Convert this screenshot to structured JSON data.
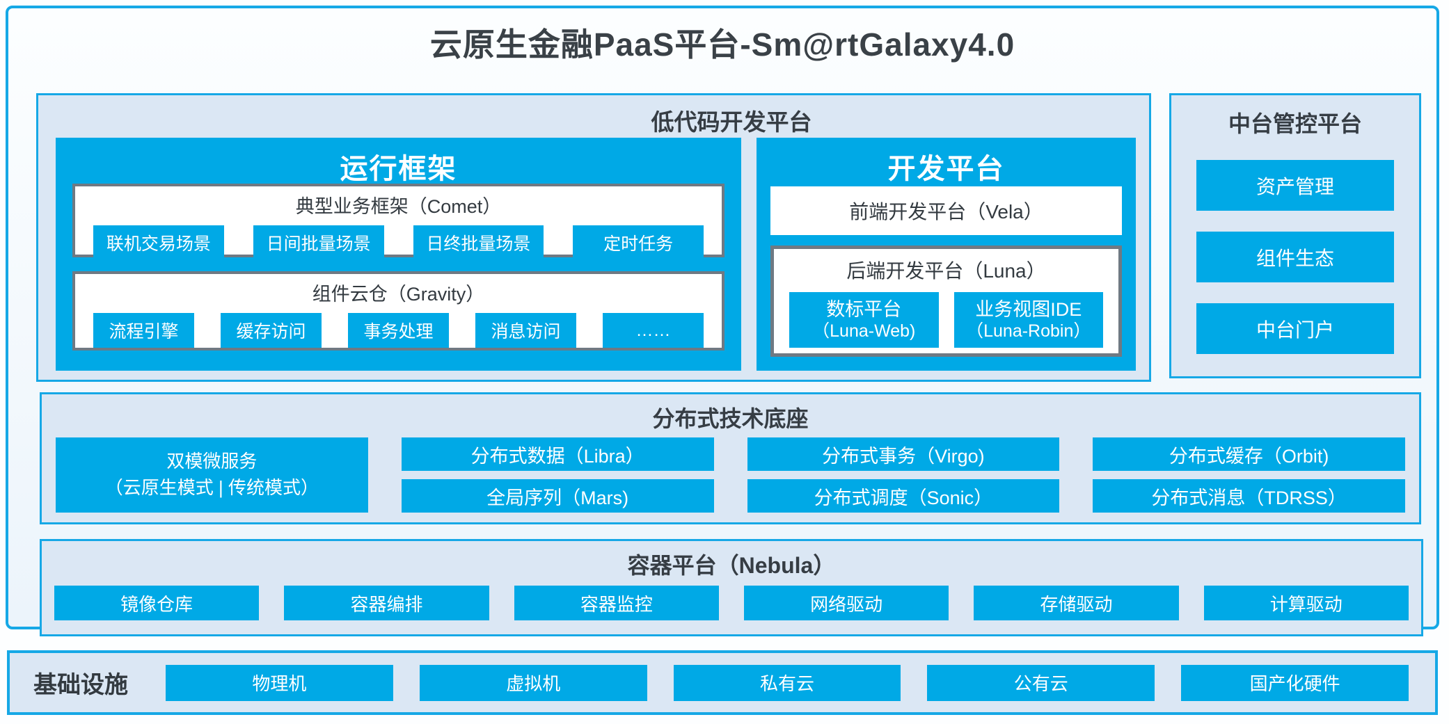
{
  "colors": {
    "accent_blue": "#00a9e6",
    "border_cyan": "#16a8e6",
    "panel_bg": "#dbe7f4",
    "gray_border": "#6f7983",
    "dark_text": "#3a4147"
  },
  "title": "云原生金融PaaS平台-Sm@rtGalaxy4.0",
  "low_code": {
    "label": "低代码开发平台",
    "runtime": {
      "title": "运行框架",
      "comet": {
        "title": "典型业务框架（Comet）",
        "items": [
          "联机交易场景",
          "日间批量场景",
          "日终批量场景",
          "定时任务"
        ]
      },
      "gravity": {
        "title": "组件云仓（Gravity）",
        "items": [
          "流程引擎",
          "缓存访问",
          "事务处理",
          "消息访问",
          "……"
        ]
      }
    },
    "dev": {
      "title": "开发平台",
      "vela": "前端开发平台（Vela）",
      "luna": {
        "title": "后端开发平台（Luna）",
        "items": [
          {
            "line1": "数标平台",
            "line2": "（Luna-Web)"
          },
          {
            "line1": "业务视图IDE",
            "line2": "（Luna-Robin）"
          }
        ]
      }
    }
  },
  "mid_platform": {
    "label": "中台管控平台",
    "items": [
      "资产管理",
      "组件生态",
      "中台门户"
    ]
  },
  "distributed": {
    "label": "分布式技术底座",
    "dual_mode": {
      "line1": "双模微服务",
      "line2": "（云原生模式 | 传统模式）"
    },
    "columns": [
      [
        "分布式数据（Libra）",
        "全局序列（Mars)"
      ],
      [
        "分布式事务（Virgo)",
        "分布式调度（Sonic）"
      ],
      [
        "分布式缓存（Orbit)",
        "分布式消息（TDRSS）"
      ]
    ]
  },
  "container_platform": {
    "label": "容器平台（Nebula）",
    "items": [
      "镜像仓库",
      "容器编排",
      "容器监控",
      "网络驱动",
      "存储驱动",
      "计算驱动"
    ]
  },
  "infrastructure": {
    "label": "基础设施",
    "items": [
      "物理机",
      "虚拟机",
      "私有云",
      "公有云",
      "国产化硬件"
    ]
  }
}
